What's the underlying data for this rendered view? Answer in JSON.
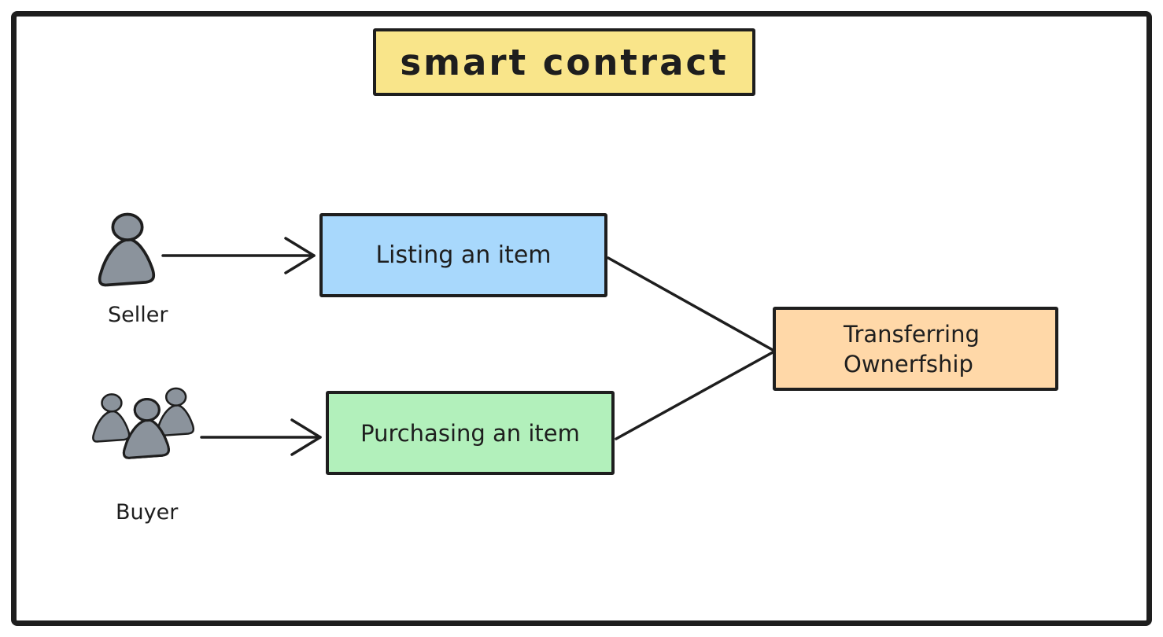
{
  "diagram": {
    "title": "smart contract",
    "nodes": {
      "listing": {
        "label": "Listing an item",
        "fill": "#a8d8fc"
      },
      "purchasing": {
        "label": "Purchasing an item",
        "fill": "#b2f0bb"
      },
      "transfer": {
        "label": "Transferring\nOwnerfship",
        "fill": "#ffd8a8"
      },
      "title_box": {
        "fill": "#f9e58a"
      }
    },
    "actors": {
      "seller": {
        "label": "Seller"
      },
      "buyer": {
        "label": "Buyer"
      }
    },
    "edges": [
      {
        "from": "seller",
        "to": "listing",
        "type": "arrow"
      },
      {
        "from": "buyer",
        "to": "purchasing",
        "type": "arrow"
      },
      {
        "from": "listing",
        "to": "transfer",
        "type": "line"
      },
      {
        "from": "purchasing",
        "to": "transfer",
        "type": "line"
      }
    ],
    "colors": {
      "stroke": "#1e1e1e",
      "actor_gray": "#8b939c",
      "title_fill": "#f9e58a",
      "listing_fill": "#a8d8fc",
      "purchasing_fill": "#b2f0bb",
      "transfer_fill": "#ffd8a8"
    }
  }
}
